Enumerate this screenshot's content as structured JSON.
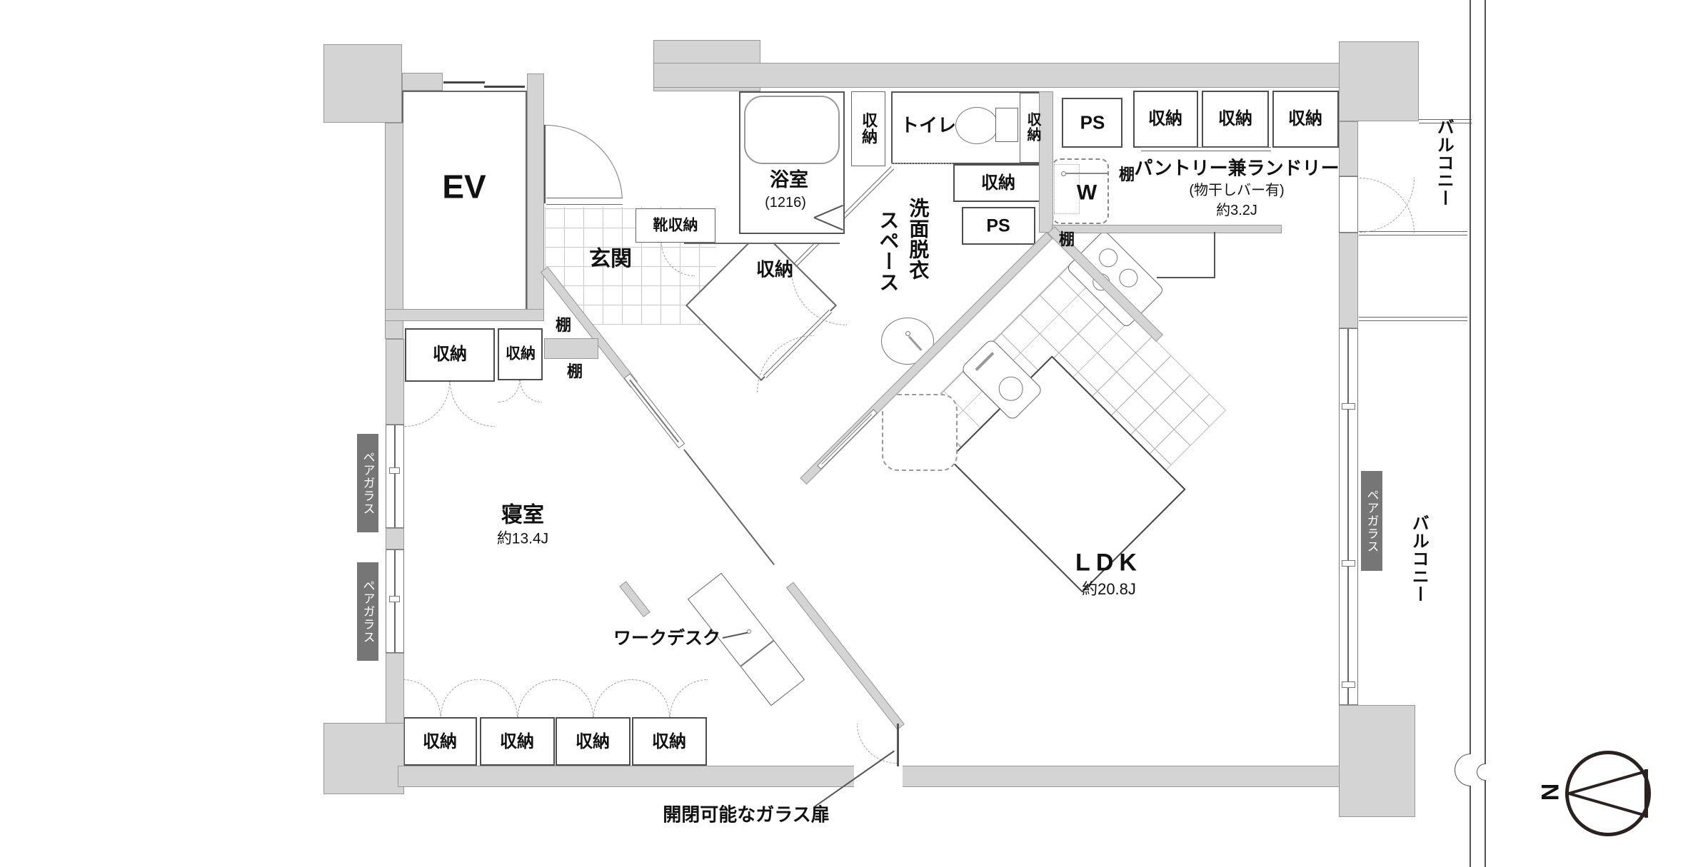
{
  "title": "マンション間取り図 (1LDK)",
  "colors": {
    "wall": "#d4d4d4",
    "badge": "#767676",
    "line": "#555555",
    "bg": "#ffffff"
  },
  "labels": {
    "ev": "EV",
    "genkan": "玄関",
    "shoe_storage": "靴収納",
    "bath": "浴室",
    "bath_size": "(1216)",
    "storage_bath_side": "収納",
    "toilet": "トイレ",
    "storage_toilet_side": "収納",
    "ps_upper": "PS",
    "storage_pantry_1": "収納",
    "storage_pantry_2": "収納",
    "storage_pantry_3": "収納",
    "pantry": "パントリー兼ランドリー",
    "pantry_note": "(物干しバー有)",
    "pantry_size": "約3.2J",
    "shelf_by_washer": "棚",
    "washer": "W",
    "storage_mid": "収納",
    "ps_lower": "PS",
    "shelf_kitchen": "棚",
    "storage_walkin": "収納",
    "washroom_line1": "洗面脱衣",
    "washroom_line2": "スペース",
    "shelf_a": "棚",
    "shelf_b": "棚",
    "storage_bed_1": "収納",
    "storage_bed_2": "収納",
    "pair_glass_1": "ペアガラス",
    "pair_glass_2": "ペアガラス",
    "pair_glass_3": "ペアガラス",
    "bedroom": "寝室",
    "bedroom_size": "約13.4J",
    "work_desk": "ワークデスク",
    "storage_floor_1": "収納",
    "storage_floor_2": "収納",
    "storage_floor_3": "収納",
    "storage_floor_4": "収納",
    "glass_door_note": "開閉可能なガラス扉",
    "ldk": "LDK",
    "ldk_size": "約20.8J",
    "balcony_top": "バルコニー",
    "balcony_right": "バルコニー",
    "north": "N"
  }
}
